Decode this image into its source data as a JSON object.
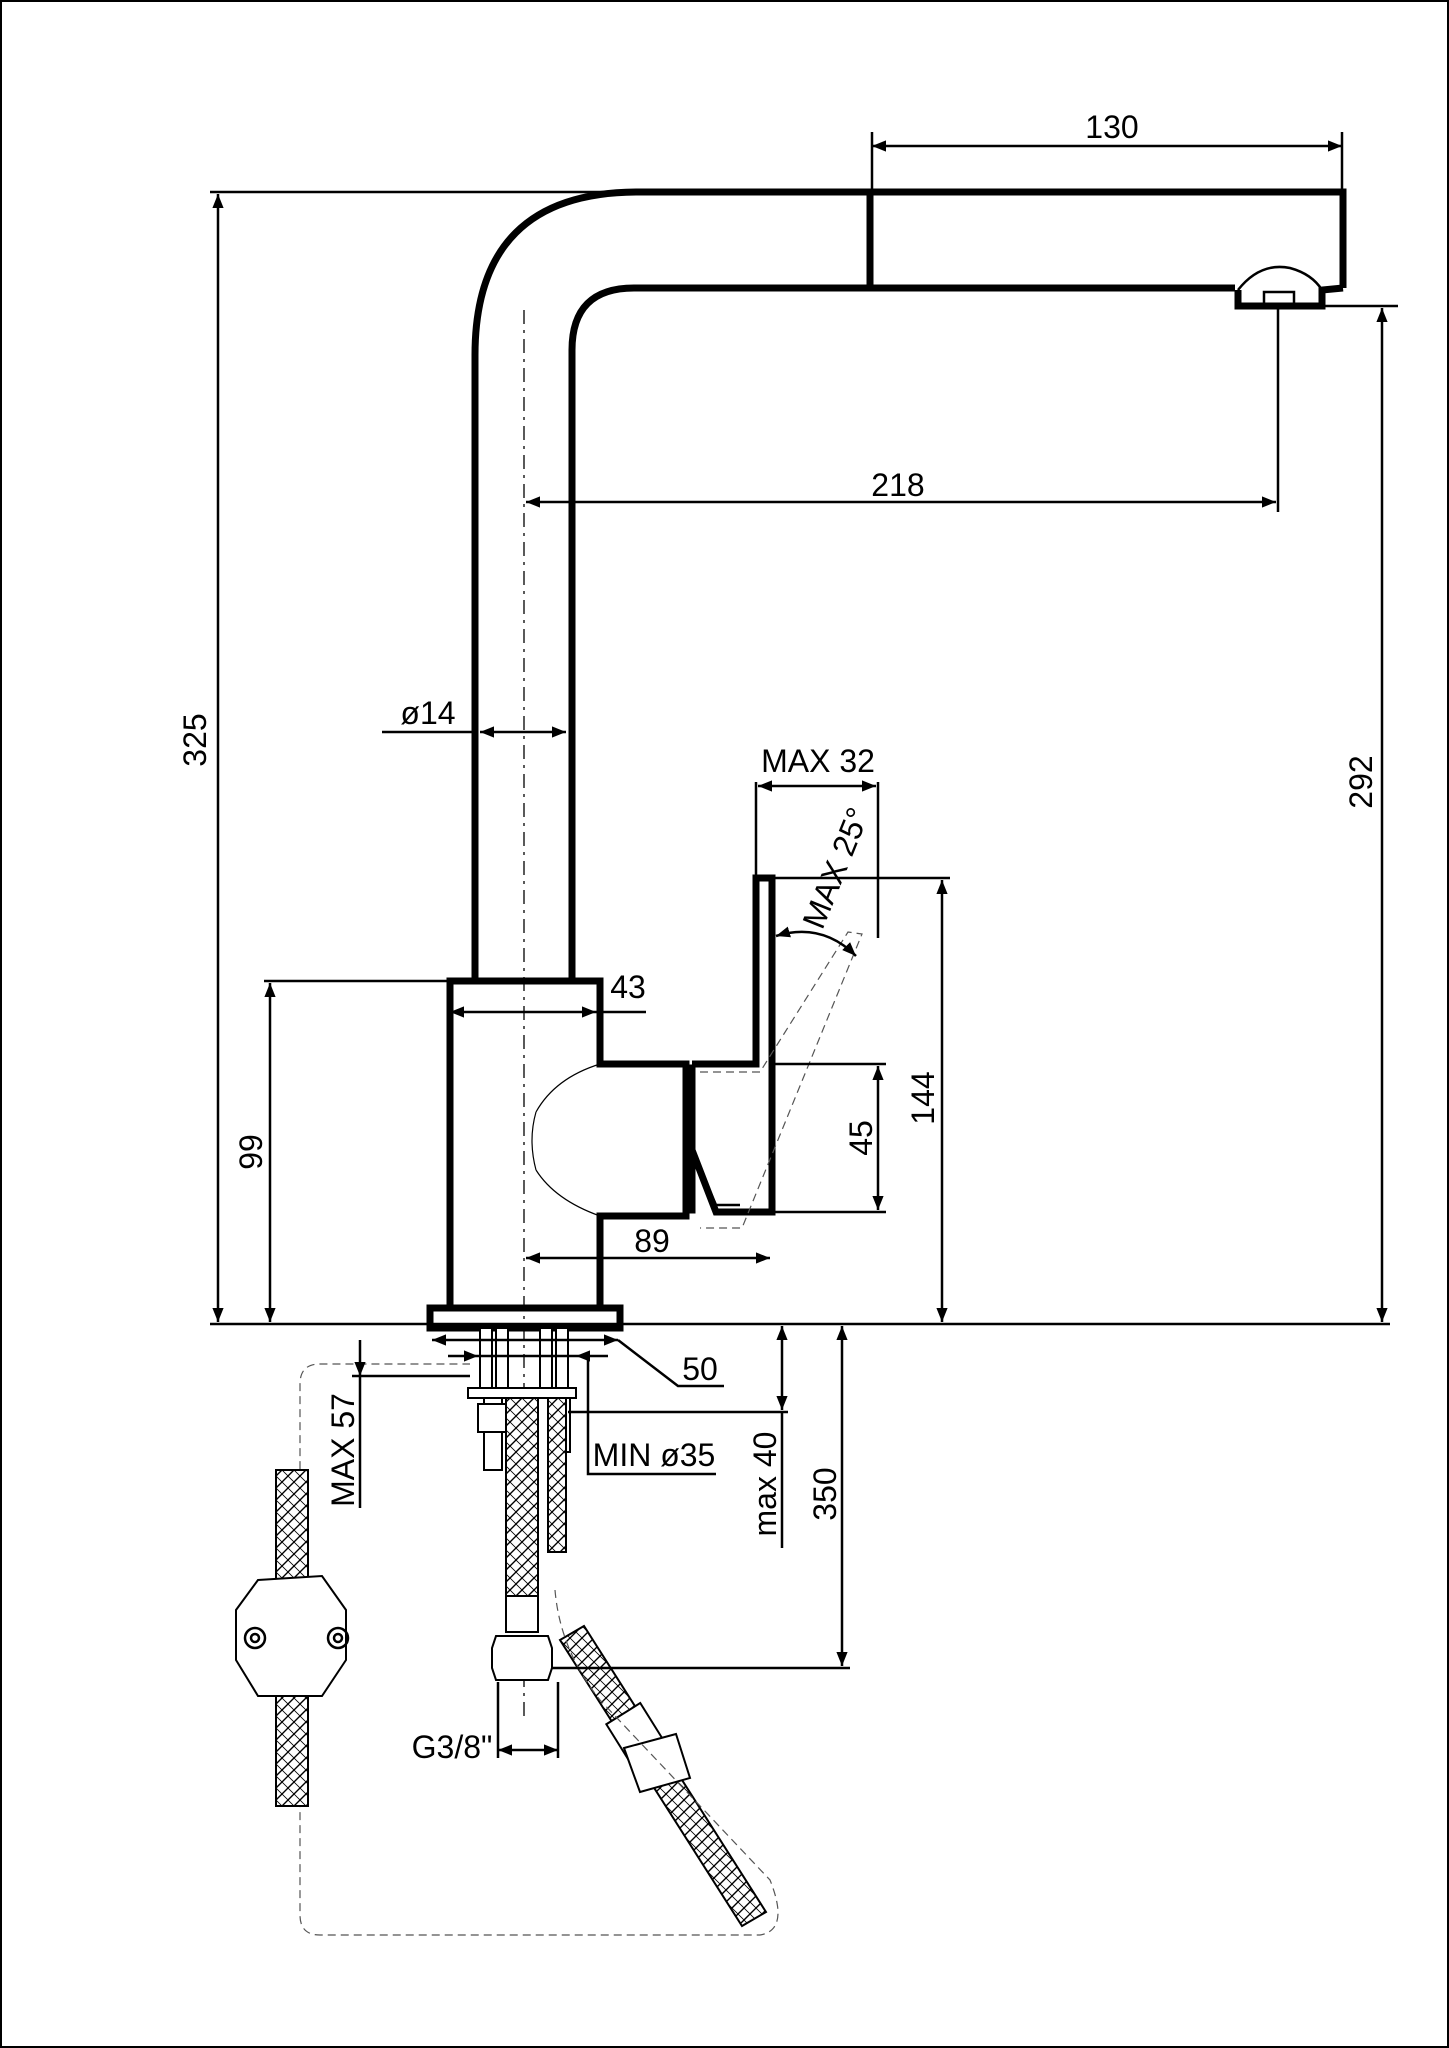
{
  "drawing": {
    "dimensions": {
      "spout_length": "130",
      "spout_reach": "218",
      "total_height": "325",
      "outlet_height": "292",
      "tube_diameter": "ø14",
      "handle_travel": "MAX 32",
      "handle_angle": "MAX 25°",
      "handle_height": "144",
      "body_width": "43",
      "body_height": "99",
      "lever_height": "45",
      "lever_reach": "89",
      "base_diameter": "50",
      "hole_diameter": "MIN ø35",
      "deck_thickness_max": "MAX 57",
      "rod_max": "max 40",
      "hose_length": "350",
      "thread": "G3/8\""
    }
  }
}
